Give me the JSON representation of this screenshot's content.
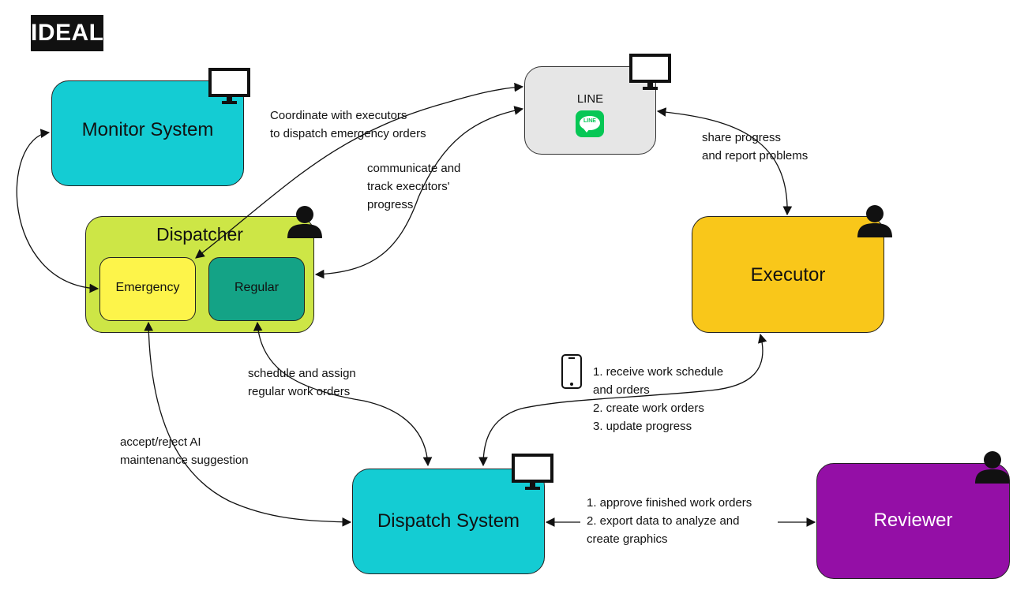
{
  "header": {
    "tag": "IDEAL"
  },
  "nodes": {
    "monitor_system": "Monitor System",
    "line": {
      "title": "LINE",
      "logo_text": "LINE"
    },
    "dispatcher": {
      "title": "Dispatcher",
      "emergency": "Emergency",
      "regular": "Regular"
    },
    "executor": "Executor",
    "dispatch_system": "Dispatch System",
    "reviewer": "Reviewer"
  },
  "edge_labels": {
    "coordinate": "Coordinate with executors\nto dispatch emergency orders",
    "communicate": "communicate and\ntrack executors'\nprogress",
    "share": "share progress\nand report problems",
    "schedule": "schedule and assign\nregular work orders",
    "accept": "accept/reject AI\nmaintenance suggestion",
    "receive": "1. receive work schedule\nand orders\n2. create work orders\n3. update progress",
    "approve": "1. approve finished work orders\n2. export data to analyze and\ncreate graphics"
  },
  "colors": {
    "monitor": "#14ccd3",
    "line_box": "#e6e6e6",
    "line_green": "#06c755",
    "dispatcher": "#cde646",
    "emergency": "#fdf44a",
    "regular": "#14a386",
    "executor": "#f9c71a",
    "dispatch_system": "#14ccd3",
    "reviewer": "#940fa6"
  },
  "icons": {
    "monitor_icons": [
      "monitor-icon",
      "monitor-icon",
      "monitor-icon"
    ],
    "person_icons": [
      "person-icon",
      "person-icon",
      "person-icon"
    ],
    "phone_icon": "smartphone-icon"
  }
}
